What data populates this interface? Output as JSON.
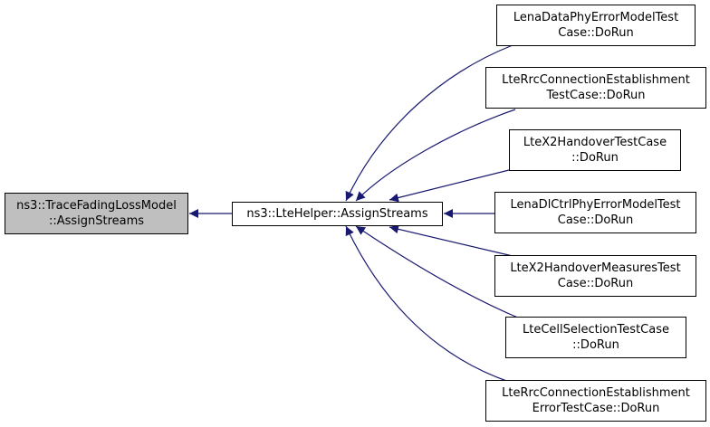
{
  "graph": {
    "target": {
      "line1": "ns3::TraceFadingLossModel",
      "line2": "::AssignStreams"
    },
    "middle": {
      "line1": "ns3::LteHelper::AssignStreams"
    },
    "callers": [
      {
        "line1": "LenaDataPhyErrorModelTest",
        "line2": "Case::DoRun"
      },
      {
        "line1": "LteRrcConnectionEstablishment",
        "line2": "TestCase::DoRun"
      },
      {
        "line1": "LteX2HandoverTestCase",
        "line2": "::DoRun"
      },
      {
        "line1": "LenaDlCtrlPhyErrorModelTest",
        "line2": "Case::DoRun"
      },
      {
        "line1": "LteX2HandoverMeasuresTest",
        "line2": "Case::DoRun"
      },
      {
        "line1": "LteCellSelectionTestCase",
        "line2": "::DoRun"
      },
      {
        "line1": "LteRrcConnectionEstablishment",
        "line2": "ErrorTestCase::DoRun"
      }
    ]
  },
  "colors": {
    "edge": "#191970",
    "current_node_fill": "#bfbfbf",
    "node_border": "#000000"
  }
}
